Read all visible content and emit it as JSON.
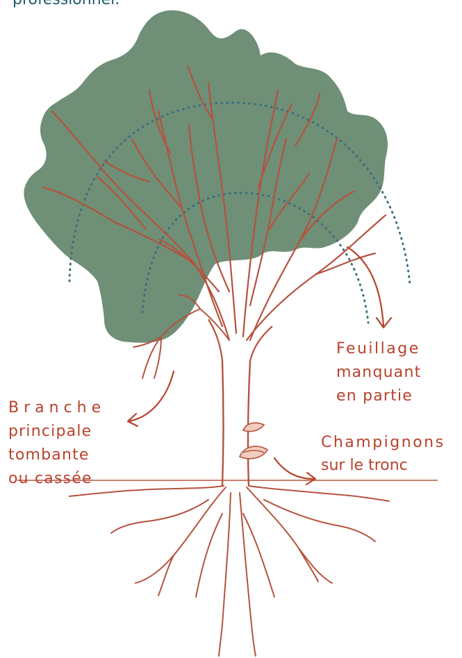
{
  "header": {
    "title_fragment": "professionnel."
  },
  "annotations": {
    "foliage": {
      "line1": "Feuillage",
      "line2": "manquant",
      "line3": "en partie"
    },
    "branch": {
      "line1": "Branche",
      "line2": "principale",
      "line3": "tombante",
      "line4": "ou cassée"
    },
    "fungi": {
      "line1": "Champignons",
      "line2": "sur le tronc"
    }
  },
  "colors": {
    "canopy": "#6f8f77",
    "wood": "#b5523d",
    "text": "#b8412b",
    "dotted": "#3d6f7c",
    "title": "#1e5a6e"
  }
}
